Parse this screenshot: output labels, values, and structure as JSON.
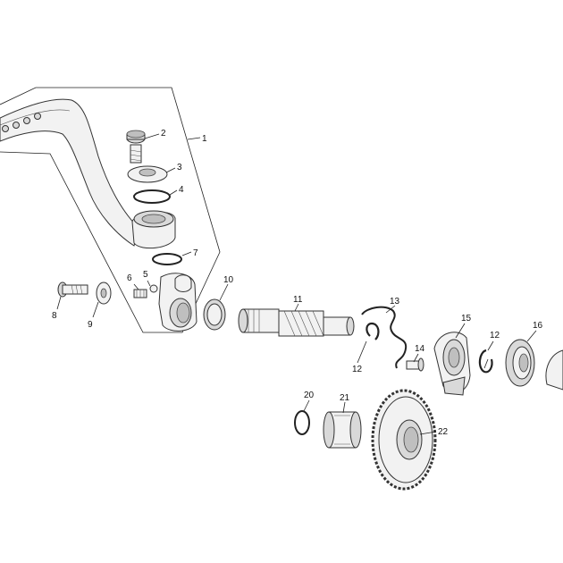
{
  "callouts": [
    {
      "id": "c1",
      "label": "1"
    },
    {
      "id": "c2",
      "label": "2"
    },
    {
      "id": "c3",
      "label": "3"
    },
    {
      "id": "c4",
      "label": "4"
    },
    {
      "id": "c5",
      "label": "5"
    },
    {
      "id": "c6",
      "label": "6"
    },
    {
      "id": "c7",
      "label": "7"
    },
    {
      "id": "c8",
      "label": "8"
    },
    {
      "id": "c9",
      "label": "9"
    },
    {
      "id": "c10",
      "label": "10"
    },
    {
      "id": "c11",
      "label": "11"
    },
    {
      "id": "c12a",
      "label": "12"
    },
    {
      "id": "c12b",
      "label": "12"
    },
    {
      "id": "c13",
      "label": "13"
    },
    {
      "id": "c14",
      "label": "14"
    },
    {
      "id": "c15",
      "label": "15"
    },
    {
      "id": "c16",
      "label": "16"
    },
    {
      "id": "c20",
      "label": "20"
    },
    {
      "id": "c21",
      "label": "21"
    },
    {
      "id": "c22",
      "label": "22"
    }
  ]
}
